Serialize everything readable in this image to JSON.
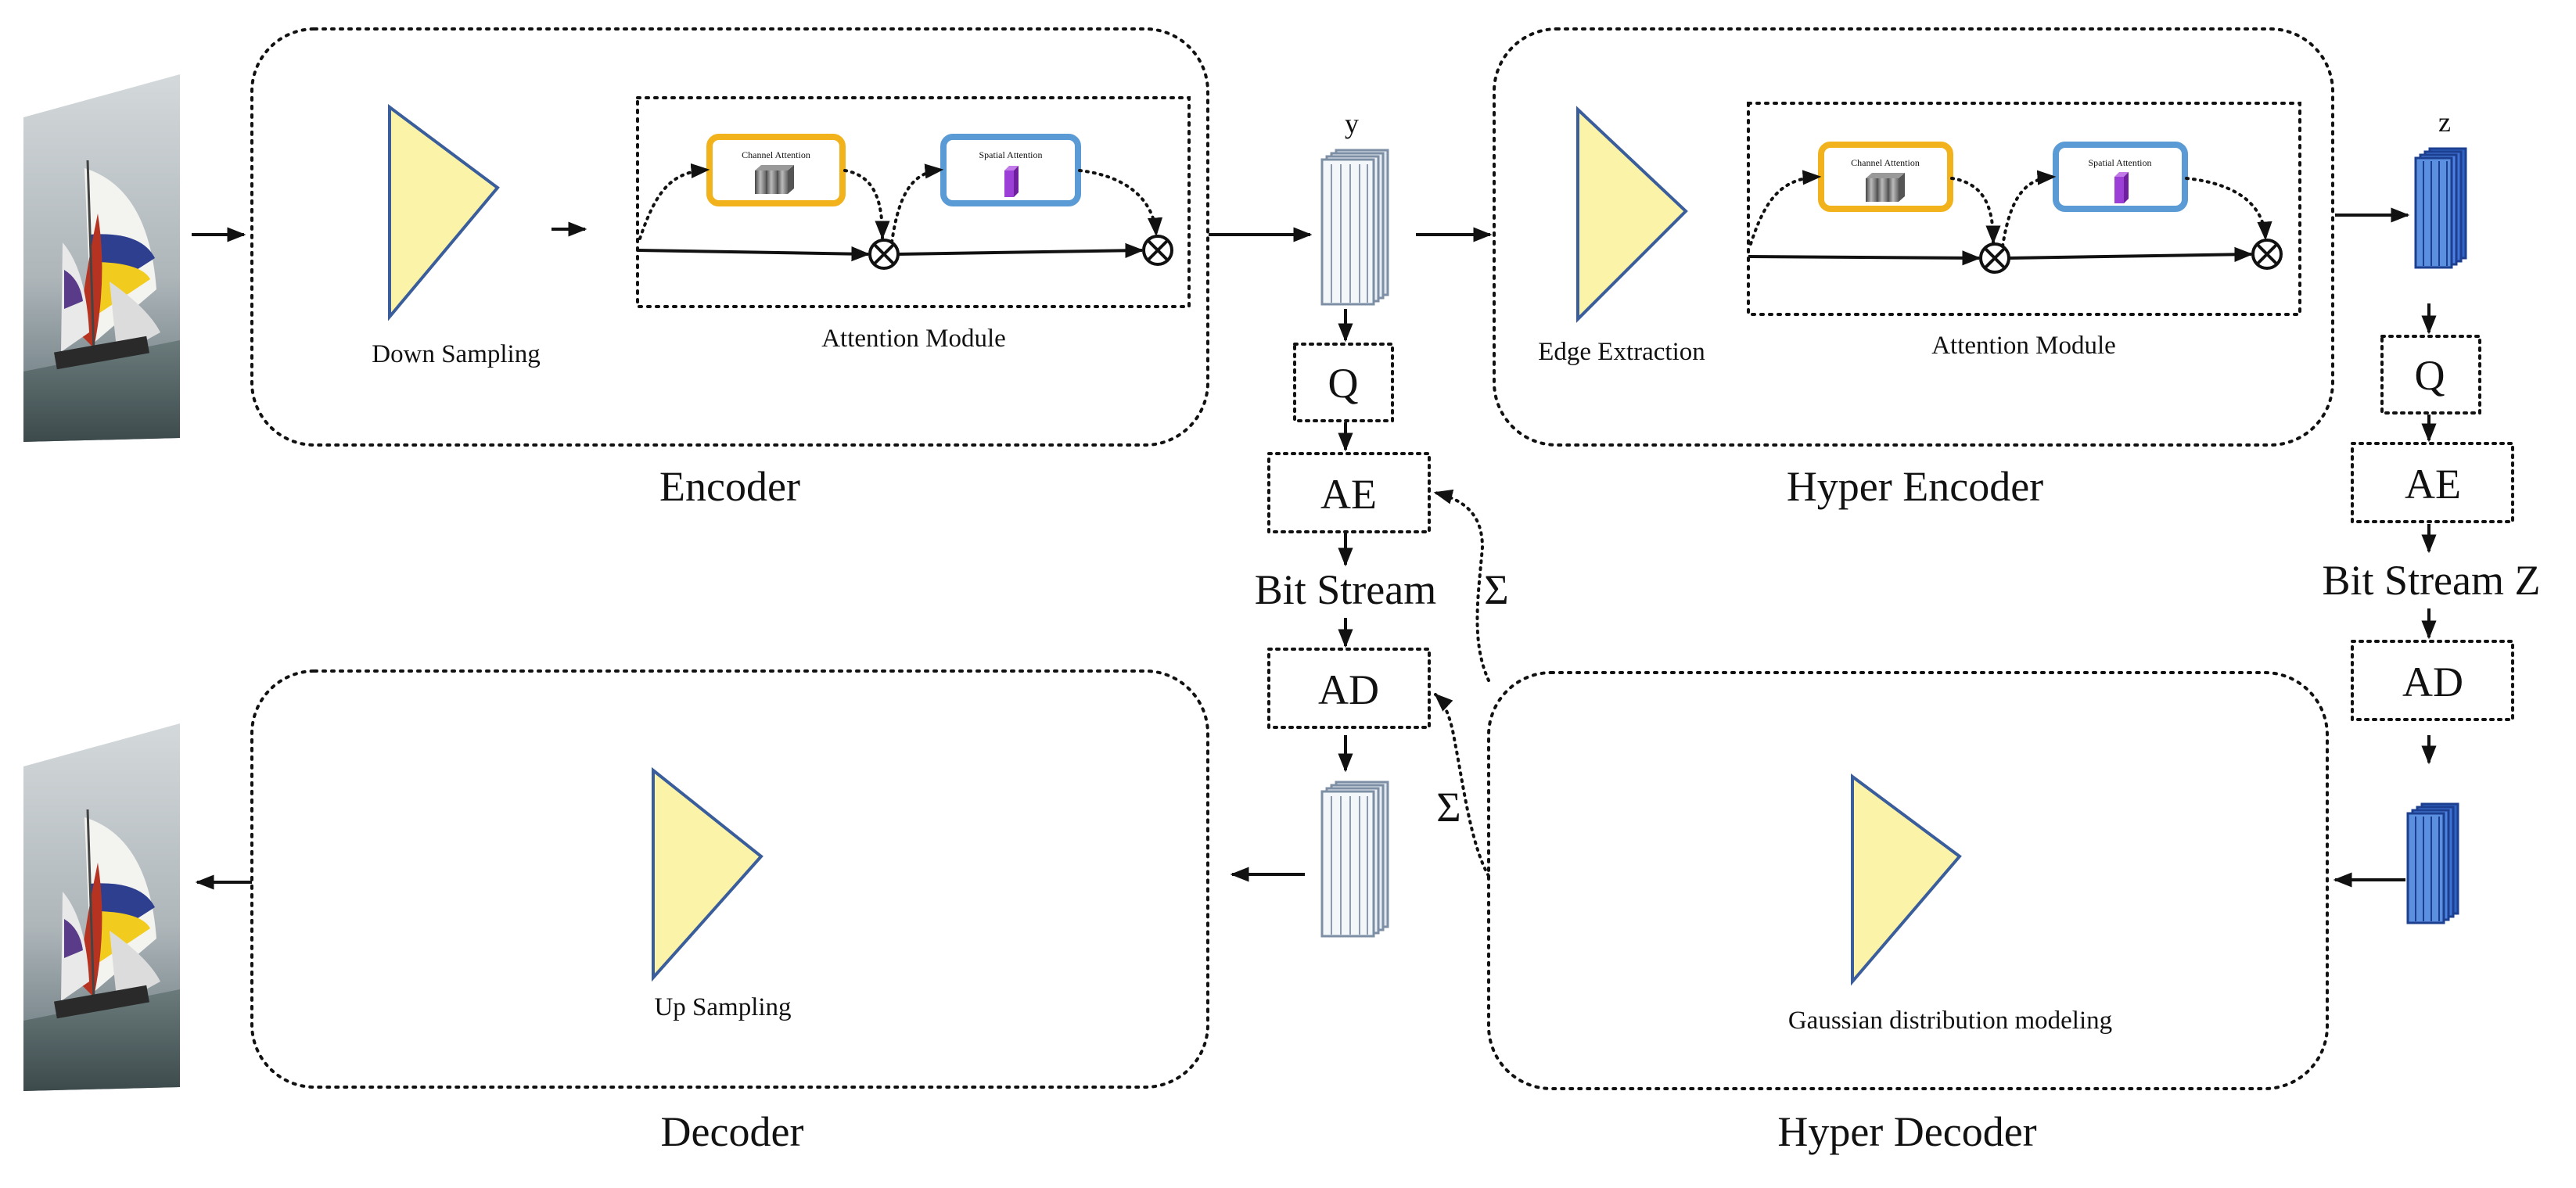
{
  "colors": {
    "trapezoid_fill": "#fbf4a8",
    "trapezoid_stroke": "#3a5d9c",
    "channel_attention_border": "#f2b21c",
    "spatial_attention_border": "#5b9bd5",
    "latent_y_fill": "#dfe6ee",
    "latent_z_fill": "#5b8fe0",
    "spatial_block": "#9b3fd6"
  },
  "icons": [
    "sailboat-image",
    "multiply-circle-icon",
    "sigma-symbol",
    "feature-tensor-stack"
  ],
  "encoder": {
    "title": "Encoder",
    "downsampling_label": "Down Sampling",
    "attention_module_label": "Attention Module",
    "channel_attention_label": "Channel Attention",
    "spatial_attention_label": "Spatial Attention"
  },
  "hyper_encoder": {
    "title": "Hyper Encoder",
    "edge_extraction_label": "Edge Extraction",
    "attention_module_label": "Attention Module",
    "channel_attention_label": "Channel Attention",
    "spatial_attention_label": "Spatial Attention"
  },
  "decoder": {
    "title": "Decoder",
    "upsampling_label": "Up Sampling"
  },
  "hyper_decoder": {
    "title": "Hyper Decoder",
    "gaussian_label": "Gaussian distribution modeling"
  },
  "main_path": {
    "latent_label": "y",
    "quantize": "Q",
    "arith_encode": "AE",
    "bitstream": "Bit Stream",
    "arith_decode": "AD",
    "sigma_top": "Σ",
    "sigma_bottom": "Σ"
  },
  "hyper_path": {
    "latent_label": "z",
    "quantize": "Q",
    "arith_encode": "AE",
    "bitstream": "Bit Stream Z",
    "arith_decode": "AD"
  }
}
